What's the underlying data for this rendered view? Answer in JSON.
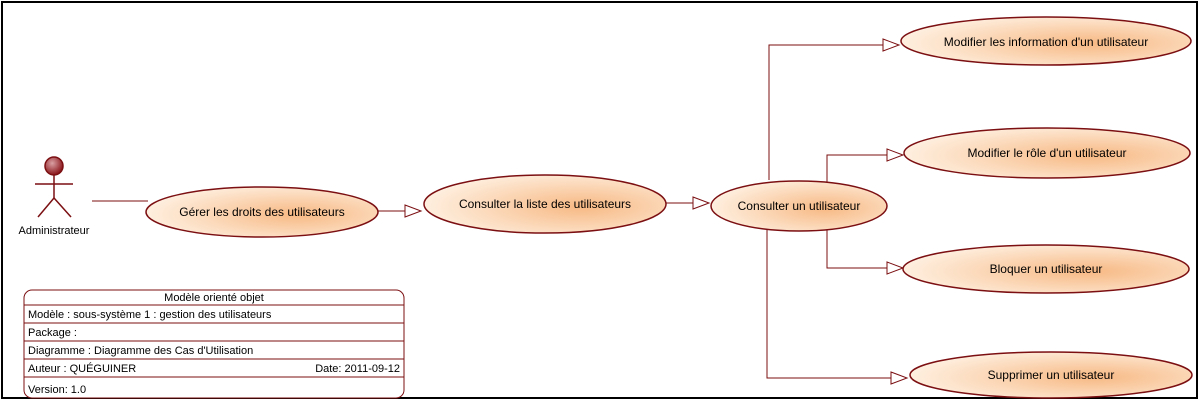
{
  "colors": {
    "outline": "#7b0f12",
    "usecase_fill_light": "#fff3e6",
    "usecase_fill_dark": "#f7b984",
    "actor_head_light": "#d9a0a3",
    "actor_head_dark": "#8a1419",
    "frame": "#000000"
  },
  "actor": {
    "name": "Administrateur",
    "icon": "stick-figure-actor-icon"
  },
  "use_cases": {
    "gerer": "Gérer les droits des utilisateurs",
    "consulter_liste": "Consulter la liste des utilisateurs",
    "consulter_un": "Consulter un utilisateur",
    "modifier_infos": "Modifier les information d'un utilisateur",
    "modifier_role": "Modifier le rôle d'un utilisateur",
    "bloquer": "Bloquer un utilisateur",
    "supprimer": "Supprimer un utilisateur"
  },
  "info_box": {
    "title": "Modèle orienté objet",
    "modele": "Modèle : sous-système 1 : gestion des utilisateurs",
    "package": "Package :",
    "diagramme": "Diagramme : Diagramme des Cas d'Utilisation",
    "auteur": "Auteur : QUÉGUINER",
    "date": "Date: 2011-09-12",
    "version": "Version: 1.0"
  }
}
